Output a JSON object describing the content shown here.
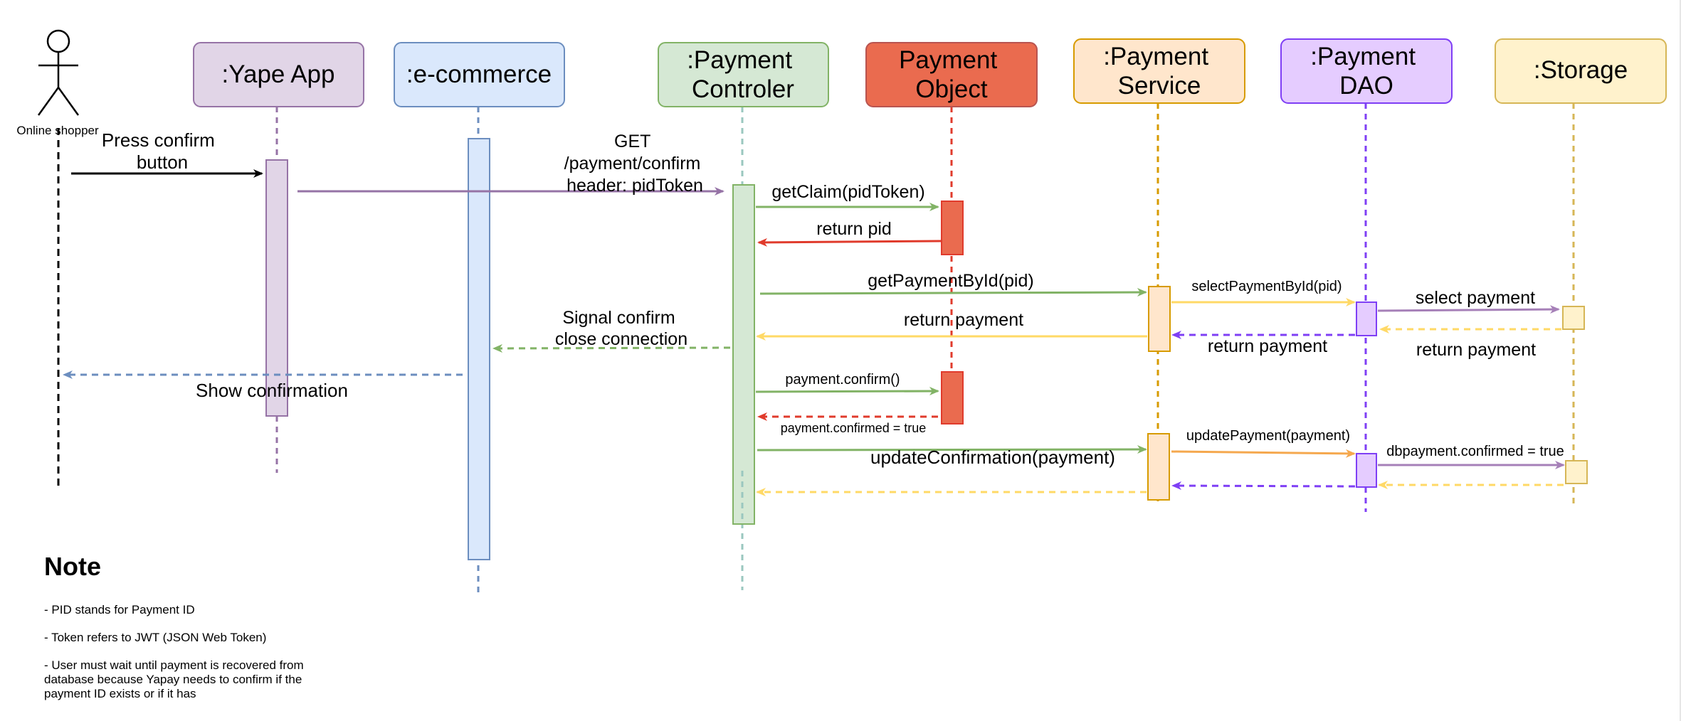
{
  "actor": {
    "name": "Online shopper"
  },
  "participants": [
    {
      "id": "yape",
      "label": ":Yape App",
      "fill": "#e1d5e7",
      "stroke": "#9673a6"
    },
    {
      "id": "ecom",
      "label": ":e-commerce",
      "fill": "#dae8fc",
      "stroke": "#6c8ebf"
    },
    {
      "id": "ctrl",
      "label": ":Payment Controler",
      "fill": "#d5e8d4",
      "stroke": "#82b366"
    },
    {
      "id": "pobj",
      "label": "Payment Object",
      "fill": "#ea6b4f",
      "stroke": "#b85450"
    },
    {
      "id": "psvc",
      "label": ":Payment Service",
      "fill": "#ffe6cc",
      "stroke": "#d79b00"
    },
    {
      "id": "pdao",
      "label": ":Payment DAO",
      "fill": "#e5ccff",
      "stroke": "#7f3ff5"
    },
    {
      "id": "stor",
      "label": ":Storage",
      "fill": "#fff2cc",
      "stroke": "#d6b656"
    }
  ],
  "messages": {
    "m1": "Press confirm button",
    "m2": "GET /payment/confirm header: pidToken",
    "m3": "getClaim(pidToken)",
    "m4": "return pid",
    "m5": "getPaymentById(pid)",
    "m6": "selectPaymentById(pid)",
    "m7": "select payment",
    "m8": "return payment",
    "m9": "return payment",
    "m10": "return payment",
    "m11": "Signal confirm close connection",
    "m12": "Show confirmation",
    "m13": "payment.confirm()",
    "m14": "payment.confirmed = true",
    "m15": "updateConfirmation(payment)",
    "m16": "updatePayment(payment)",
    "m17": "dbpayment.confirmed = true"
  },
  "note": {
    "title": "Note",
    "items": [
      "- PID stands for Payment ID",
      "- Token refers to JWT (JSON Web Token)",
      "- User must wait until payment is recovered from database because Yapay needs to confirm if the payment ID exists or if it has"
    ]
  }
}
